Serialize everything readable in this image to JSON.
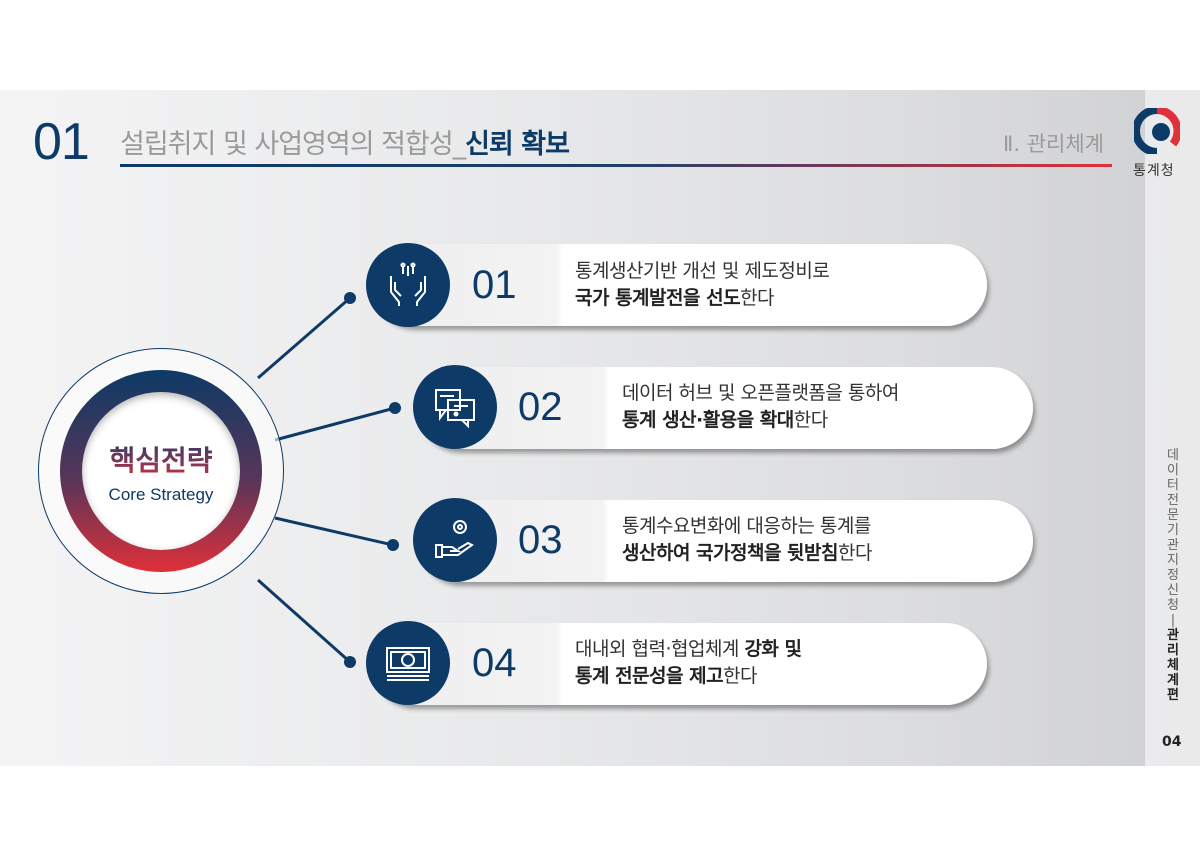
{
  "header": {
    "number": "01",
    "title_light": "설립취지 및 사업영역의 적합성_",
    "title_bold": "신뢰 확보",
    "section": "Ⅱ. 관리체계",
    "org": "통계청"
  },
  "core": {
    "ko": "핵심전략",
    "en": "Core Strategy"
  },
  "strategies": [
    {
      "num": "01",
      "line1": "통계생산기반 개선 및 제도정비로",
      "bold": "국가 통계발전을 선도",
      "rest": "한다",
      "icon": "hands-circuit-icon"
    },
    {
      "num": "02",
      "line1": "데이터 허브 및 오픈플랫폼을 통하여",
      "bold": "통계 생산·활용을 확대",
      "rest": "한다",
      "icon": "chat-circuit-icon"
    },
    {
      "num": "03",
      "line1": "통계수요변화에 대응하는 통계를",
      "bold": "생산하여 국가정책을 뒷받침",
      "rest": "한다",
      "icon": "hand-coin-icon"
    },
    {
      "num": "04",
      "line1a": "대내외 협력·협업체계 ",
      "line1b": "강화 및",
      "bold": "통계 전문성을 제고",
      "rest": "한다",
      "icon": "banknote-icon"
    }
  ],
  "side": {
    "light": "데이터전문기관지정신청",
    "bold": "관리체계편",
    "page": "04"
  },
  "colors": {
    "navy": "#0d3a66",
    "red": "#e0303a"
  }
}
